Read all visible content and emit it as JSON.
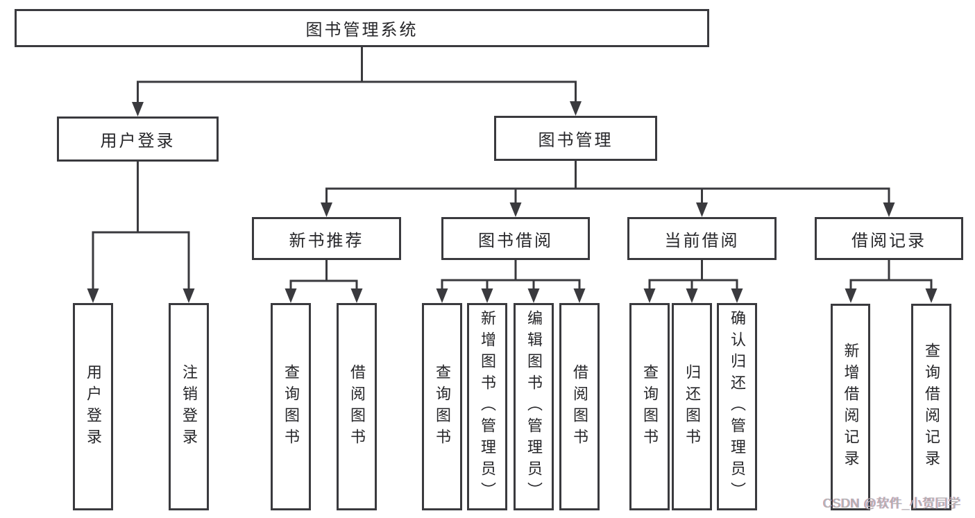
{
  "diagram_title": "图书管理系统",
  "nodes": {
    "root": "图书管理系统",
    "user_login_branch": "用户登录",
    "book_management_branch": "图书管理",
    "new_book_recommend": "新书推荐",
    "book_borrowing": "图书借阅",
    "current_borrowing": "当前借阅",
    "borrowing_records": "借阅记录",
    "leaf_user_login": "用户登录",
    "leaf_logout": "注销登录",
    "leaf_query_books_recommend": "查询图书",
    "leaf_borrow_books_recommend": "借阅图书",
    "leaf_query_books_borrowing": "查询图书",
    "leaf_add_books_admin": "新增图书（管理员）",
    "leaf_edit_books_admin": "编辑图书（管理员）",
    "leaf_borrow_books_borrowing": "借阅图书",
    "leaf_query_books_current": "查询图书",
    "leaf_return_books": "归还图书",
    "leaf_confirm_return_admin": "确认归还（管理员）",
    "leaf_add_borrow_record": "新增借阅记录",
    "leaf_query_borrow_record": "查询借阅记录"
  },
  "hierarchy": {
    "图书管理系统": {
      "用户登录": [
        "用户登录",
        "注销登录"
      ],
      "图书管理": {
        "新书推荐": [
          "查询图书",
          "借阅图书"
        ],
        "图书借阅": [
          "查询图书",
          "新增图书（管理员）",
          "编辑图书（管理员）",
          "借阅图书"
        ],
        "当前借阅": [
          "查询图书",
          "归还图书",
          "确认归还（管理员）"
        ],
        "借阅记录": [
          "新增借阅记录",
          "查询借阅记录"
        ]
      }
    }
  },
  "watermark": "CSDN @软件_小贺同学",
  "colors": {
    "line": "#3a3a3e",
    "text": "#262629",
    "background": "#ffffff",
    "watermark": "#b3b3b3"
  }
}
